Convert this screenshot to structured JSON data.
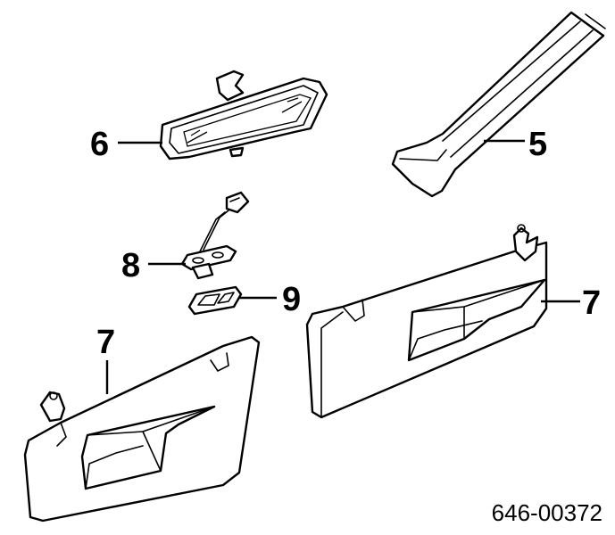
{
  "callouts": {
    "rear_view_mirror": "6",
    "pillar_trim": "5",
    "lamp_bracket": "8",
    "lamp_lens": "9",
    "sun_visor_right": "7",
    "sun_visor_left": "7"
  },
  "document_number": "646-00372"
}
